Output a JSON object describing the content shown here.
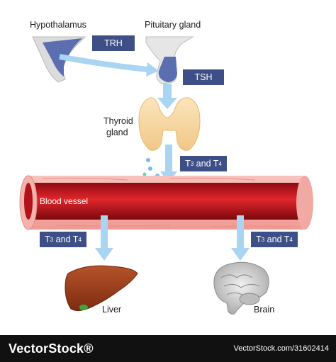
{
  "labels": {
    "hypothalamus": "Hypothalamus",
    "pituitary": "Pituitary gland",
    "thyroid_line1": "Thyroid",
    "thyroid_line2": "gland",
    "vessel": "Blood vessel",
    "liver": "Liver",
    "brain": "Brain"
  },
  "tags": {
    "trh": "TRH",
    "tsh": "TSH",
    "t_and": "T",
    "sub3": "3",
    "and_word": " and T",
    "sub4": "4"
  },
  "footer": {
    "brand": "VectorStock®",
    "credit": "VectorStock.com/31602414"
  },
  "colors": {
    "tag_bg": "#3d4f86",
    "arrow": "#a9d4f2",
    "vessel_red": "#c8151c",
    "vessel_wall": "#f4a9a3",
    "gland_blue": "#5b6fb0",
    "thyroid": "#f7d9a3",
    "liver": "#9a3a16"
  }
}
